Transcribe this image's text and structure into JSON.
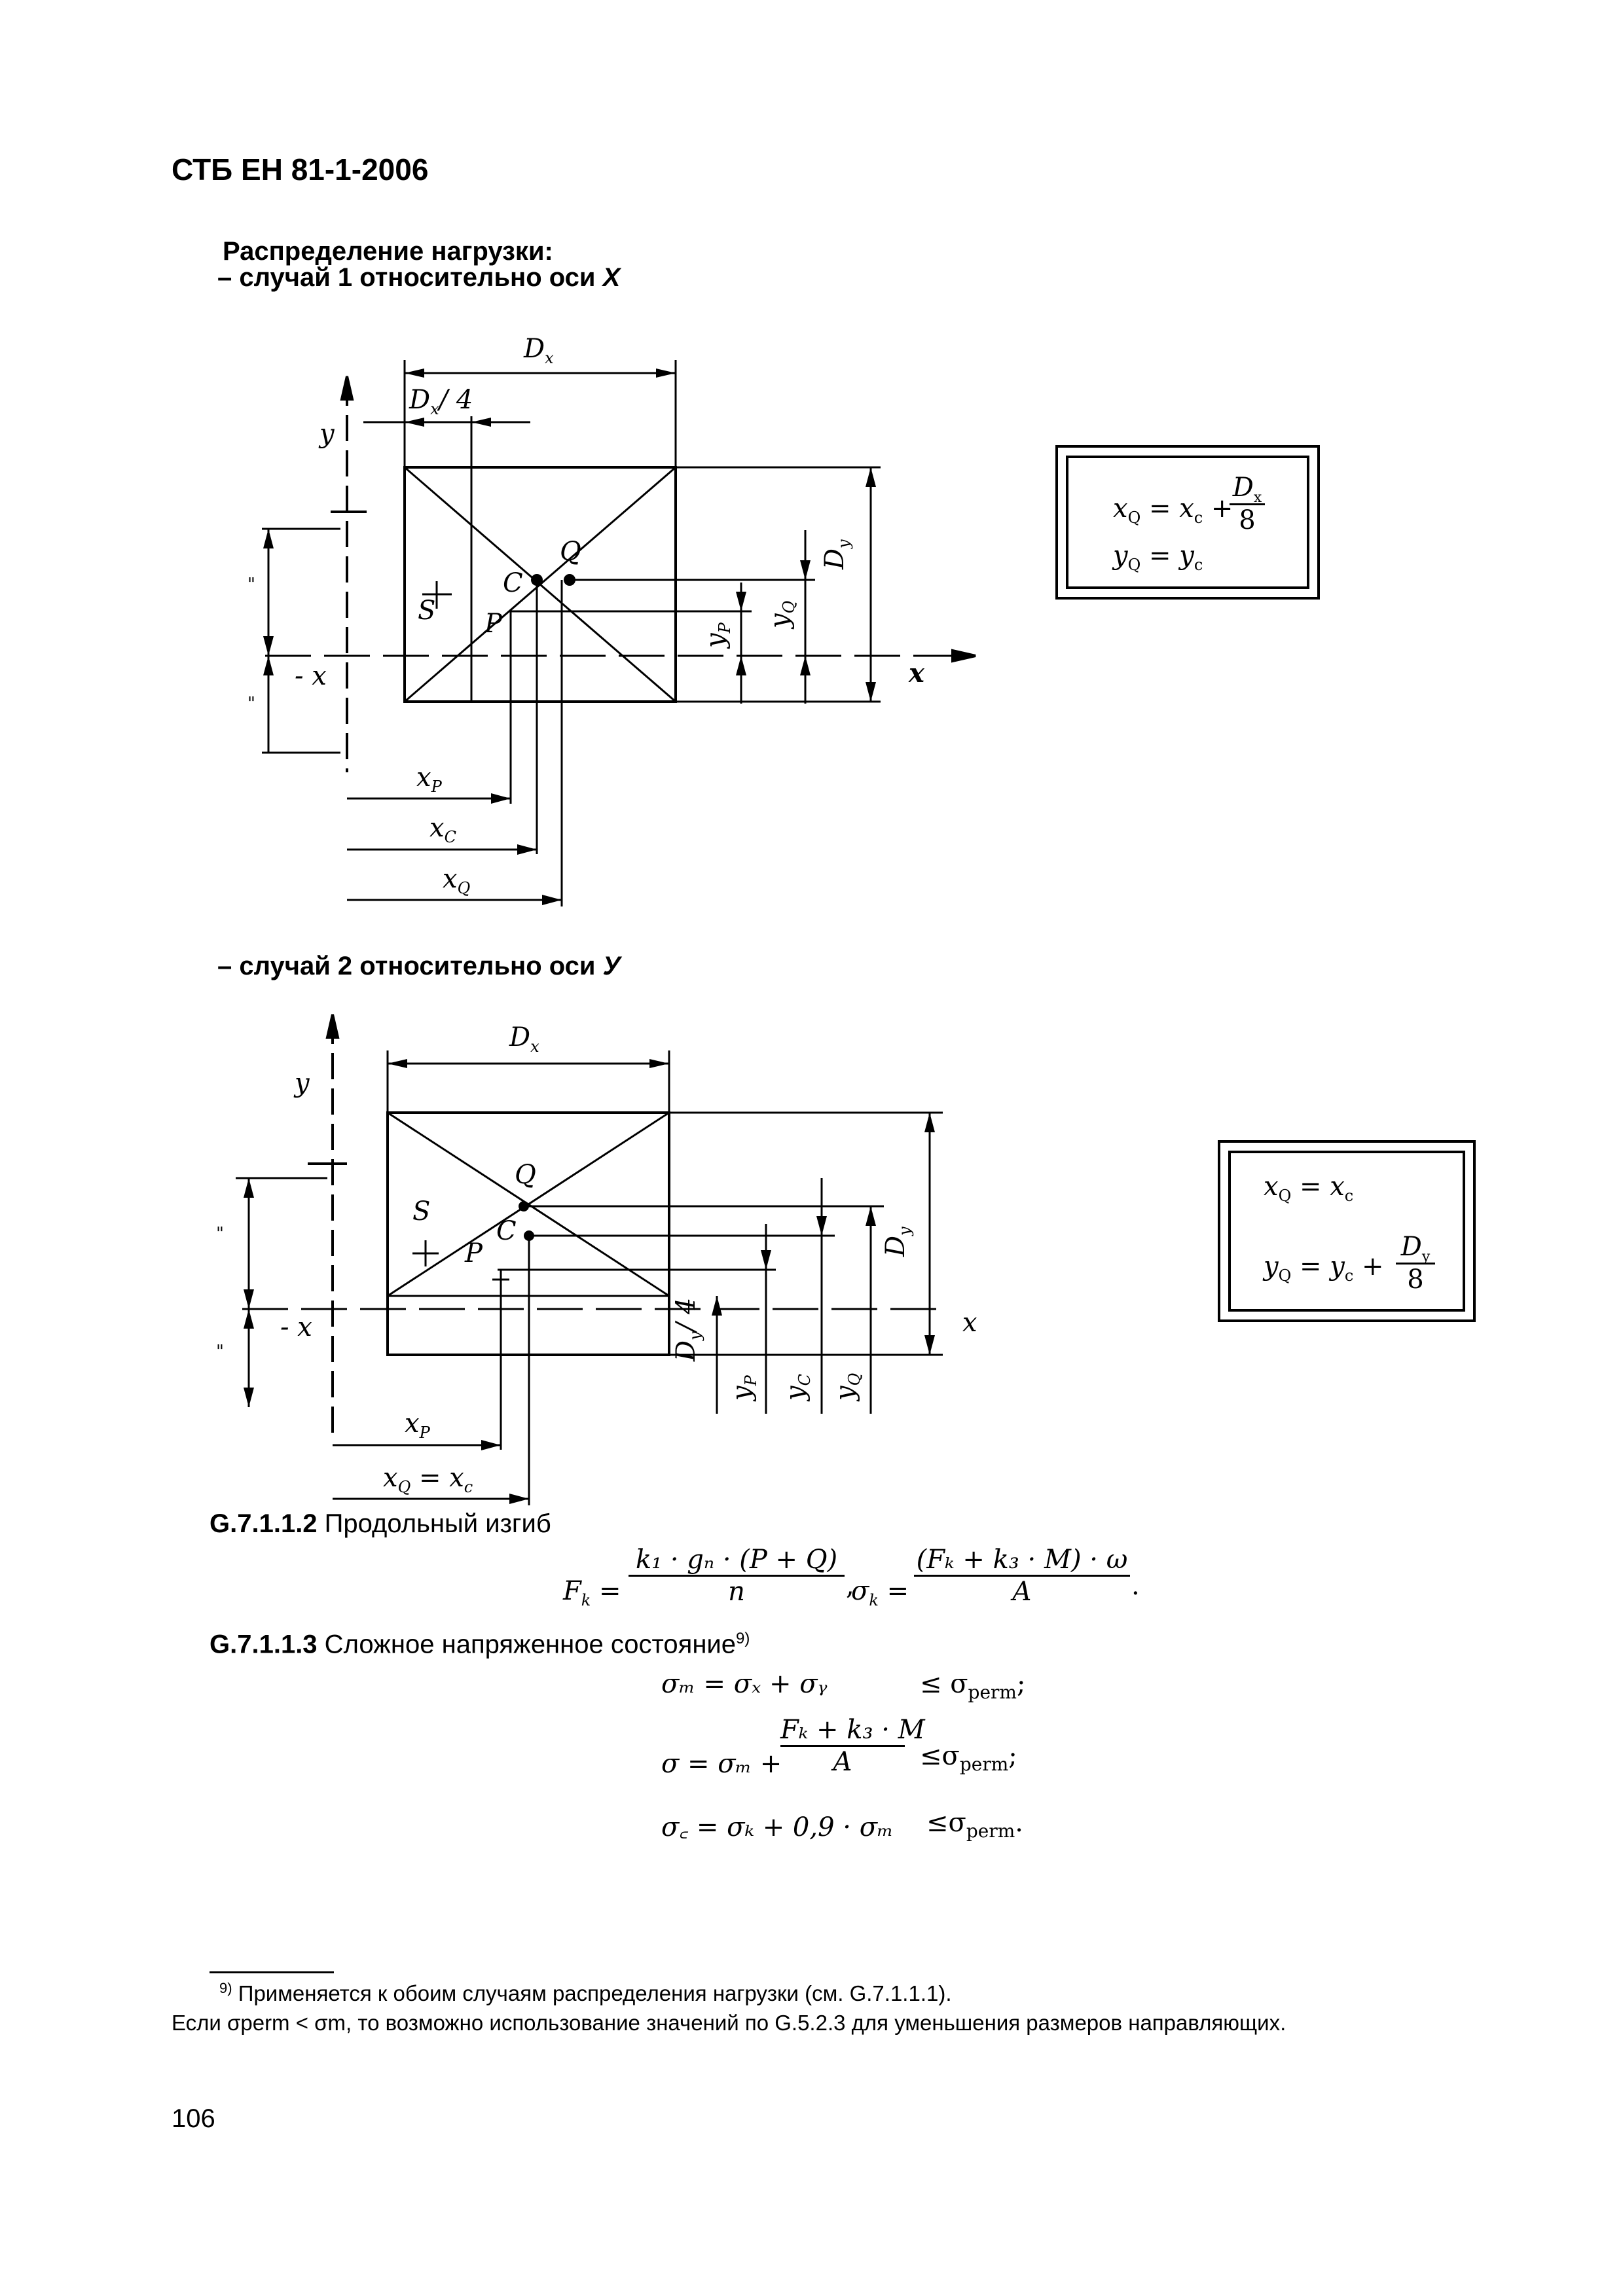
{
  "header": {
    "doc_number": "СТБ ЕН 81-1-2006"
  },
  "case1": {
    "title": "Распределение нагрузки:",
    "subtitle_prefix": "– случай 1 относительно оси ",
    "axis": "X",
    "labels": {
      "dx": "D",
      "dx_sub": "x",
      "dx4": "D",
      "dx4_sub": "x",
      "dx4_tail": "/ 4",
      "y": "y",
      "minus_x": "- x",
      "x": "x",
      "S": "S",
      "C": "C",
      "Q": "Q",
      "P": "P",
      "dy": "D",
      "dy_sub": "y",
      "yq": "y",
      "yq_sub": "Q",
      "yp": "y",
      "yp_sub": "P",
      "xp": "x",
      "xp_sub": "P",
      "xc": "x",
      "xc_sub": "C",
      "xq": "x",
      "xq_sub": "Q",
      "quote": "\""
    },
    "formula": {
      "line1_lhs": "x",
      "line1_lhs_sub": "Q",
      "line1_eq": " = x",
      "line1_sub2": "c",
      "line1_plus": " +",
      "frac_num": "D",
      "frac_num_sub": "x",
      "frac_den": "8",
      "line2_lhs": "y",
      "line2_lhs_sub": "Q",
      "line2_eq": " = y",
      "line2_sub2": "c"
    }
  },
  "case2": {
    "subtitle_prefix": "– случай 2 относительно оси ",
    "axis": "У",
    "labels": {
      "dx": "D",
      "dx_sub": "x",
      "y": "y",
      "minus_x": "- x",
      "x": "x",
      "S": "S",
      "C": "C",
      "Q": "Q",
      "P": "P",
      "dy": "D",
      "dy_sub": "y",
      "dy4": "D",
      "dy4_sub": "y",
      "dy4_tail": "/ 4",
      "yp": "y",
      "yp_sub": "P",
      "yc": "y",
      "yc_sub": "C",
      "yq": "y",
      "yq_sub": "Q",
      "xp": "x",
      "xp_sub": "P",
      "xqc": "x",
      "xqc_sub": "Q",
      "xqc_eq": " = x",
      "xqc_sub2": "c",
      "quote": "\""
    },
    "formula": {
      "line1_lhs": "x",
      "line1_lhs_sub": "Q",
      "line1_eq": " = x",
      "line1_sub2": "c",
      "line2_lhs": "y",
      "line2_lhs_sub": "Q",
      "line2_eq": " = y",
      "line2_sub2": "c",
      "line2_plus": " +",
      "frac_num": "D",
      "frac_num_sub": "y",
      "frac_den": "8"
    }
  },
  "section_buckling": {
    "number": "G.7.1.1.2",
    "title": " Продольный изгиб",
    "fk_lhs": "F",
    "fk_sub": "k",
    "fk_num": "k₁ · gₙ · (P + Q)",
    "fk_den": "n",
    "comma": ",",
    "sk_lhs": "σ",
    "sk_sub": "k",
    "sk_num": "(Fₖ + k₃ · M) · ω",
    "sk_den": "A",
    "period": "."
  },
  "section_combined": {
    "number": "G.7.1.1.3",
    "title": " Сложное напряженное состояние",
    "footnote_ref": "9)",
    "eq1_lhs": "σₘ = σₓ + σᵧ",
    "eq1_rhs": "≤ σ",
    "eq1_rhs_sub": "perm",
    "eq1_end": ";",
    "eq2_lhs": "σ = σₘ +",
    "eq2_num": "Fₖ + k₃ · M",
    "eq2_den": "A",
    "eq2_rhs": "≤σ",
    "eq2_rhs_sub": "perm",
    "eq2_end": ";",
    "eq3_lhs": "σ꜀ = σₖ + 0,9 · σₘ",
    "eq3_rhs": "≤σ",
    "eq3_rhs_sub": "perm",
    "eq3_end": "."
  },
  "footnote": {
    "marker": "9)",
    "line1": " Применяется к обоим случаям распределения нагрузки (см. G.7.1.1.1).",
    "line2": "Если σperm < σm, то возможно использование значений по G.5.2.3 для уменьшения размеров направляющих."
  },
  "page_number": "106"
}
